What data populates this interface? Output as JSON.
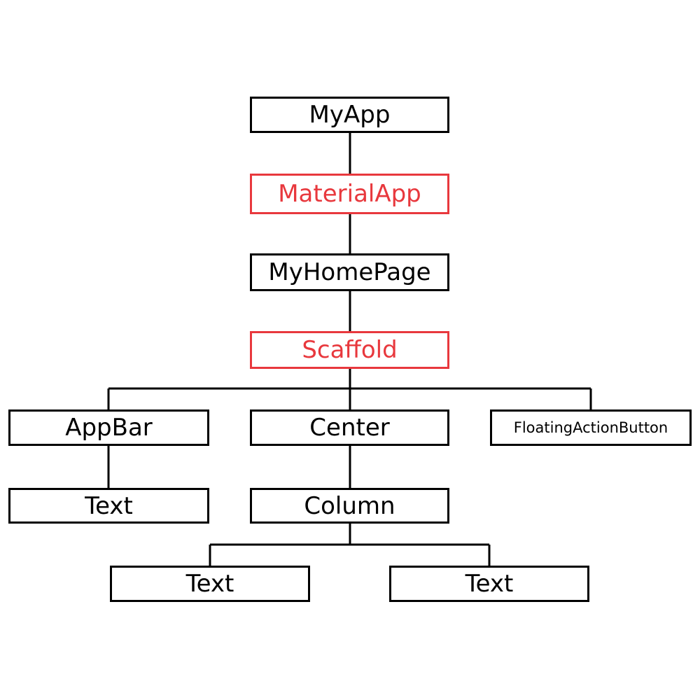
{
  "diagram": {
    "nodes": {
      "myapp": "MyApp",
      "materialapp": "MaterialApp",
      "myhomepage": "MyHomePage",
      "scaffold": "Scaffold",
      "appbar": "AppBar",
      "center": "Center",
      "fab": "FloatingActionButton",
      "appbar_text": "Text",
      "column": "Column",
      "column_text_left": "Text",
      "column_text_right": "Text"
    },
    "highlighted_nodes": [
      "materialapp",
      "scaffold"
    ],
    "colors": {
      "default": "#000000",
      "highlight": "#e8383d",
      "background": "#ffffff"
    },
    "edges": [
      [
        "myapp",
        "materialapp"
      ],
      [
        "materialapp",
        "myhomepage"
      ],
      [
        "myhomepage",
        "scaffold"
      ],
      [
        "scaffold",
        "appbar"
      ],
      [
        "scaffold",
        "center"
      ],
      [
        "scaffold",
        "fab"
      ],
      [
        "appbar",
        "appbar_text"
      ],
      [
        "center",
        "column"
      ],
      [
        "column",
        "column_text_left"
      ],
      [
        "column",
        "column_text_right"
      ]
    ]
  }
}
